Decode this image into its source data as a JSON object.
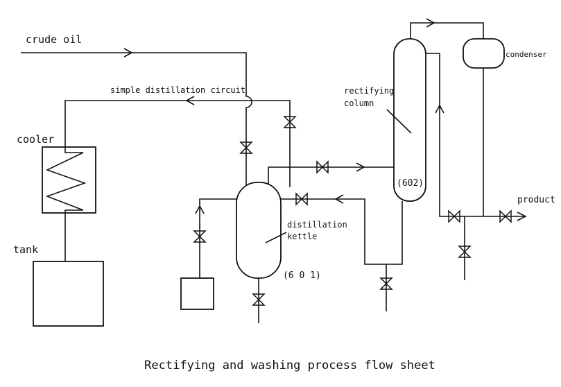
{
  "labels": {
    "crude_oil": "crude oil",
    "simple_circuit": "simple distillation circuit",
    "cooler": "cooler",
    "tank": "tank",
    "rectifying_col_1": "rectifying",
    "rectifying_col_2": "column",
    "col_id": "(602)",
    "condenser": "condenser",
    "product": "product",
    "kettle_1": "distillation",
    "kettle_2": "kettle",
    "kettle_id": "(6 0 1)"
  },
  "caption": "Rectifying and washing process flow sheet"
}
